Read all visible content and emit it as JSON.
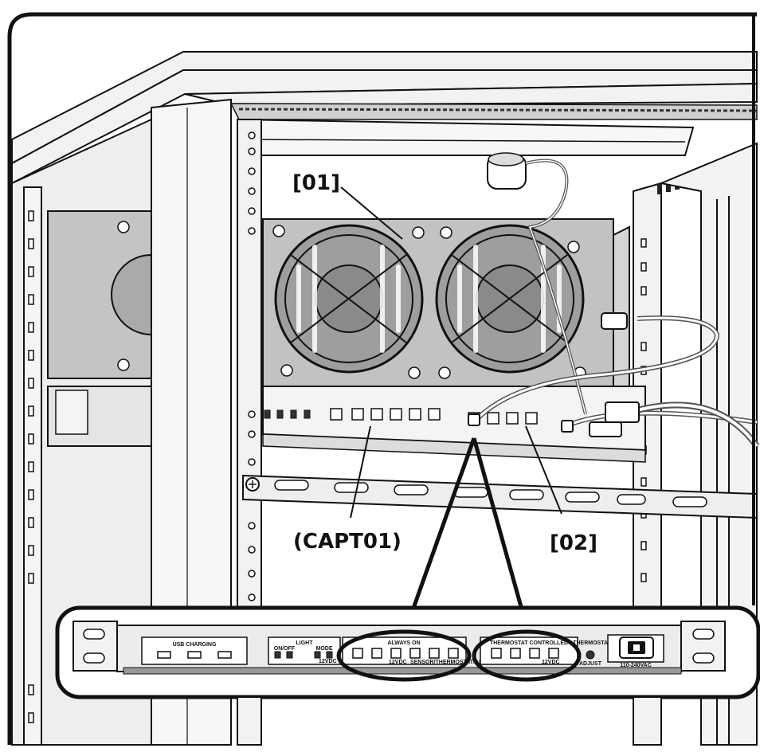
{
  "callouts": {
    "fan_unit": "[01]",
    "sensor": "[02]",
    "panel": "(CAPT01)"
  },
  "panel": {
    "usb_label": "USB CHARGING",
    "lights_label": "LIGHT",
    "lights_on": "ON/OFF",
    "lights_mode": "MODE",
    "lights_sub": "12VDC",
    "always_on_label": "ALWAYS ON",
    "always_on_sub_left": "12VDC",
    "always_on_sub_right": "SENSOR/THERMOSTAT/AMPLIFIER",
    "thermostat_label": "THERMOSTAT CONTROLLED",
    "thermostat_sub": "12VDC",
    "thermostat_adj_label": "THERMOSTAT",
    "thermostat_adj_sub": "ADJUST",
    "power_sub": "110-240VAC"
  },
  "colors": {
    "line": "#111111",
    "panel_fill": "#c8c8c8",
    "fan_fill": "#bdbdbd",
    "rack_fill": "#e8e8e8"
  }
}
